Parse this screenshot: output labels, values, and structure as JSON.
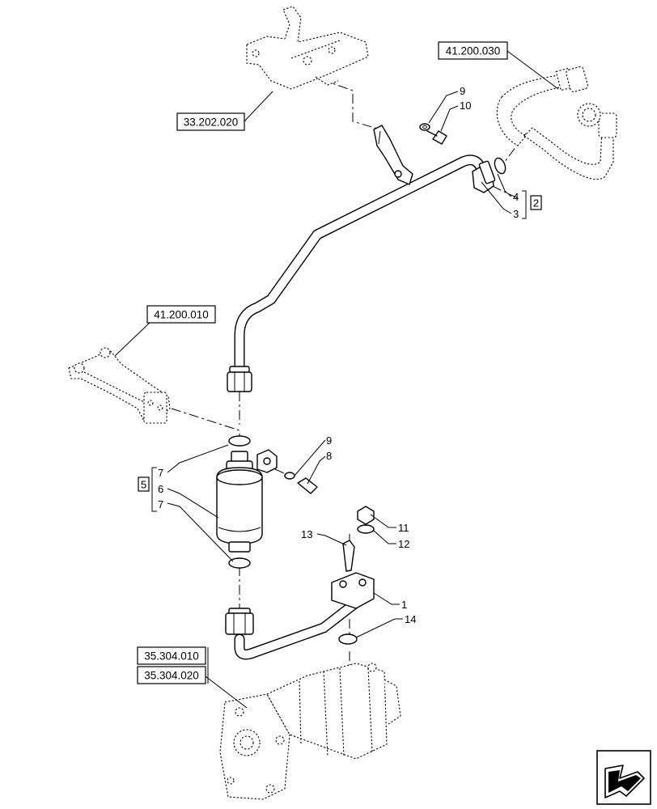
{
  "references": {
    "bracket_top": "33.202.020",
    "hose_top_right": "41.200.030",
    "pivot_left": "41.200.010",
    "pump_a": "35.304.010",
    "pump_b": "35.304.020"
  },
  "callouts": {
    "c1": "1",
    "c2": "2",
    "c3": "3",
    "c4": "4",
    "c5": "5",
    "c6": "6",
    "c7a": "7",
    "c7b": "7",
    "c8": "8",
    "c9a": "9",
    "c9b": "9",
    "c10": "10",
    "c11": "11",
    "c12": "12",
    "c13": "13",
    "c14": "14"
  },
  "icons": {
    "nav": "arrow-down-left-icon"
  }
}
